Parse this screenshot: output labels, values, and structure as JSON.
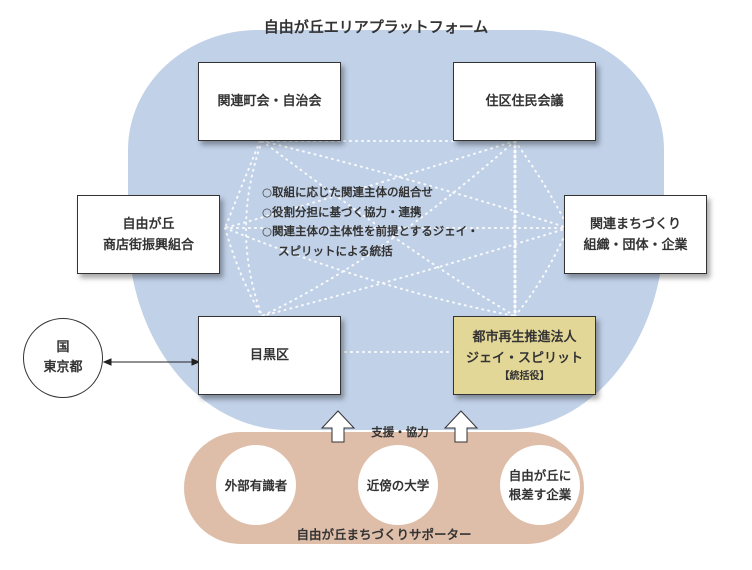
{
  "title": "自由が丘エリアプラットフォーム",
  "colors": {
    "platform_bg": "#c1d1e8",
    "lead_box": "#e3d797",
    "supporters_bg": "#dfbea9",
    "connector_dots": "#ffffff"
  },
  "nodes": {
    "chokai": {
      "lines": [
        "関連町会・自治会"
      ]
    },
    "jumin": {
      "lines": [
        "住区住民会議"
      ]
    },
    "shotengai": {
      "lines": [
        "自由が丘",
        "商店街振興組合"
      ]
    },
    "soshiki": {
      "lines": [
        "関連まちづくり",
        "組織・団体・企業"
      ]
    },
    "meguro": {
      "lines": [
        "目黒区"
      ]
    },
    "lead": {
      "lines": [
        "都市再生推進法人",
        "ジェイ・スピリット"
      ],
      "role": "【統括役】"
    },
    "government": {
      "lines": [
        "国",
        "東京都"
      ]
    }
  },
  "principles": [
    "○取組に応じた関連主体の組合せ",
    "○役割分担に基づく協力・連携",
    "○関連主体の主体性を前提とするジェイ・",
    "スピリットによる統括"
  ],
  "support_label": "支援・協力",
  "supporters": {
    "label": "自由が丘まちづくりサポーター",
    "items": [
      {
        "lines": [
          "外部有識者"
        ]
      },
      {
        "lines": [
          "近傍の大学"
        ]
      },
      {
        "lines": [
          "自由が丘に",
          "根差す企業"
        ]
      }
    ]
  }
}
